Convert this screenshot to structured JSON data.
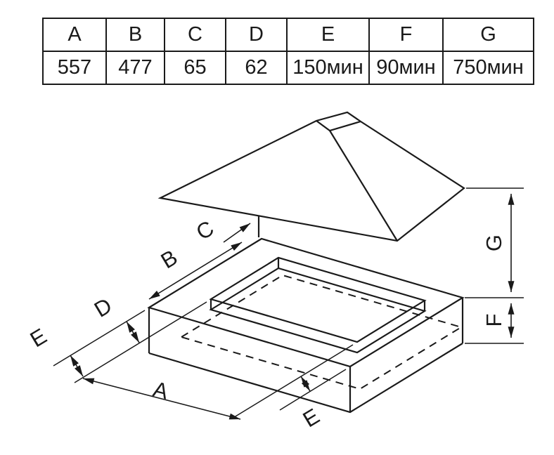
{
  "table": {
    "headers": [
      "A",
      "B",
      "C",
      "D",
      "E",
      "F",
      "G"
    ],
    "values": [
      "557",
      "477",
      "65",
      "62",
      "150мин",
      "90мин",
      "750мин"
    ]
  },
  "diagram": {
    "labels": {
      "a": "A",
      "b": "B",
      "c": "C",
      "d": "D",
      "e_left": "E",
      "e_bottom": "E",
      "f": "F",
      "g": "G"
    }
  },
  "colors": {
    "ink": "#1a1a1a",
    "background": "#ffffff"
  }
}
